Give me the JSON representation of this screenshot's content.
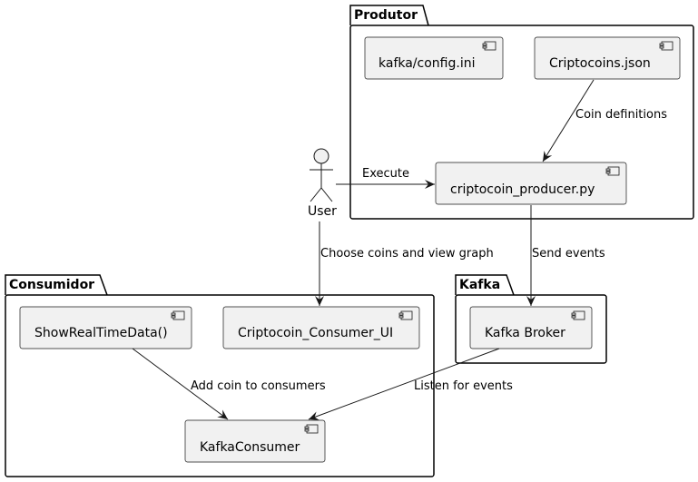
{
  "packages": {
    "produtor": "Produtor",
    "kafka": "Kafka",
    "consumidor": "Consumidor"
  },
  "components": {
    "config": "kafka/config.ini",
    "json": "Criptocoins.json",
    "producer": "criptocoin_producer.py",
    "broker": "Kafka Broker",
    "show": "ShowRealTimeData()",
    "ui": "Criptocoin_Consumer_UI",
    "consumer": "KafkaConsumer"
  },
  "actor": {
    "user": "User"
  },
  "edges": {
    "coin_definitions": "Coin definitions",
    "execute": "Execute",
    "choose": "Choose coins and view graph",
    "send": "Send events",
    "add_coin": "Add coin to consumers",
    "listen": "Listen for events"
  }
}
